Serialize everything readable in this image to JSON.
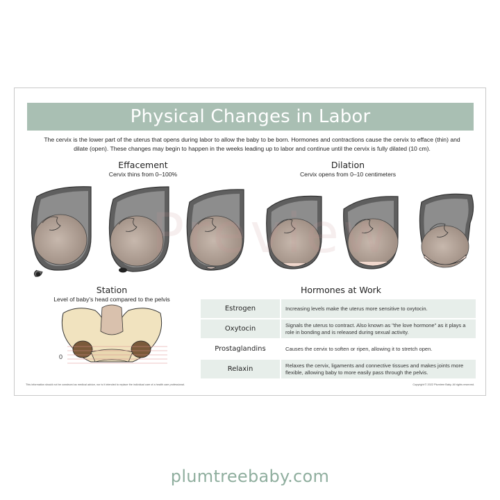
{
  "title": "Physical Changes in Labor",
  "intro": "The cervix is the lower part of the uterus that opens during labor to allow the baby to be born. Hormones and contractions cause the cervix to efface (thin) and dilate (open). These changes may begin to happen in the weeks leading up to labor and continue until the cervix is fully dilated (10 cm).",
  "effacement": {
    "heading": "Effacement",
    "sub": "Cervix thins from 0–100%"
  },
  "dilation": {
    "heading": "Dilation",
    "sub": "Cervix opens from 0–10 centimeters"
  },
  "station": {
    "heading": "Station",
    "sub": "Level of baby's head compared to the pelvis",
    "zero_label": "0"
  },
  "hormones": {
    "heading": "Hormones at Work",
    "rows": [
      {
        "name": "Estrogen",
        "desc": "Increasing levels make the uterus more sensitive to oxytocin."
      },
      {
        "name": "Oxytocin",
        "desc": "Signals the uterus to contract. Also known as \"the love hormone\" as it plays a role in bonding and is released during sexual activity."
      },
      {
        "name": "Prostaglandins",
        "desc": "Causes the cervix to soften or ripen, allowing it to stretch open."
      },
      {
        "name": "Relaxin",
        "desc": "Relaxes the cervix, ligaments and connective tissues and makes joints more flexible, allowing baby to more easily pass through the pelvis."
      }
    ]
  },
  "watermark": "Preview",
  "footer": {
    "disclaimer": "This information should not be construed as medical advice, nor is it intended to replace the individual care of a health care professional.",
    "copyright": "Copyright © 2022 Plumtree Baby. All rights reserved."
  },
  "site": "plumtreebaby.com",
  "colors": {
    "banner": "#a9bfb3",
    "row": "#e7eeea",
    "site": "#8fae9e",
    "uterus": "#6e6e6e",
    "head": "#b7a79c"
  }
}
